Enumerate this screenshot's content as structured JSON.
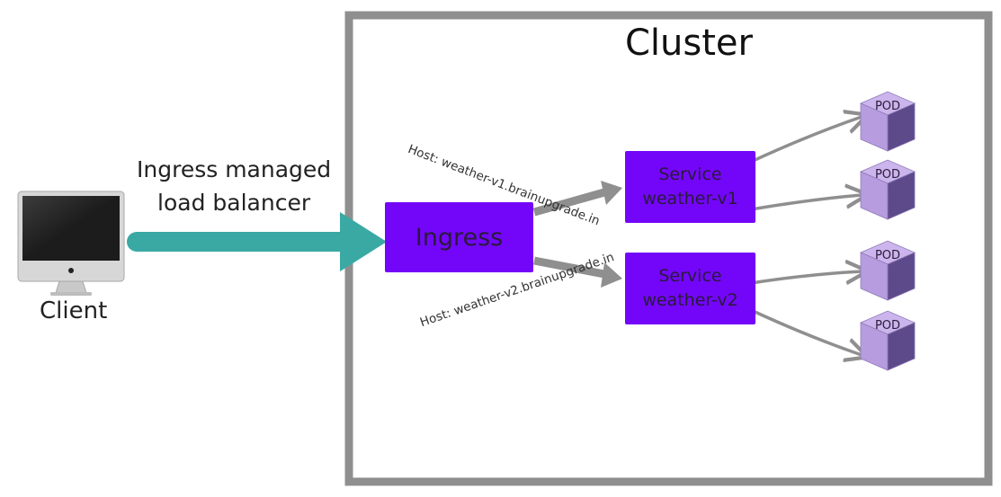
{
  "client": {
    "label": "Client"
  },
  "load_balancer": {
    "line1": "Ingress managed",
    "line2": "load balancer"
  },
  "cluster": {
    "title": "Cluster"
  },
  "ingress": {
    "label": "Ingress"
  },
  "services": [
    {
      "line1": "Service",
      "line2": "weather-v1"
    },
    {
      "line1": "Service",
      "line2": "weather-v2"
    }
  ],
  "hosts": [
    "Host: weather-v1.brainupgrade.in",
    "Host: weather-v2.brainupgrade.in"
  ],
  "pods": [
    "POD",
    "POD",
    "POD",
    "POD"
  ],
  "colors": {
    "ingress_box": "#7306f8",
    "service_box": "#7306f8",
    "pod_light": "#b79ce0",
    "pod_dark": "#5c4a8a",
    "client_arrow": "#3aa9a4",
    "cluster_border": "#8f8f8f",
    "arrows": "#8f8f8f"
  }
}
